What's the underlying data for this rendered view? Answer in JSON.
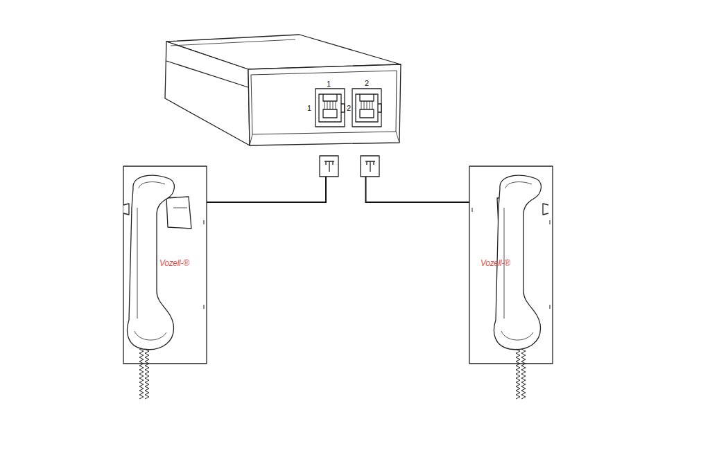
{
  "diagram": {
    "nodes": [
      {
        "text": [
          "1",
          "1"
        ]
      },
      {
        "text": [
          "2",
          "2"
        ]
      },
      {
        "text": [
          "Vozell-®"
        ]
      },
      {
        "text": [
          "Vozell-®"
        ]
      }
    ],
    "edges": [
      {
        "from": 2,
        "to": 0,
        "arrow": "none"
      },
      {
        "from": 3,
        "to": 1,
        "arrow": "none"
      }
    ]
  }
}
